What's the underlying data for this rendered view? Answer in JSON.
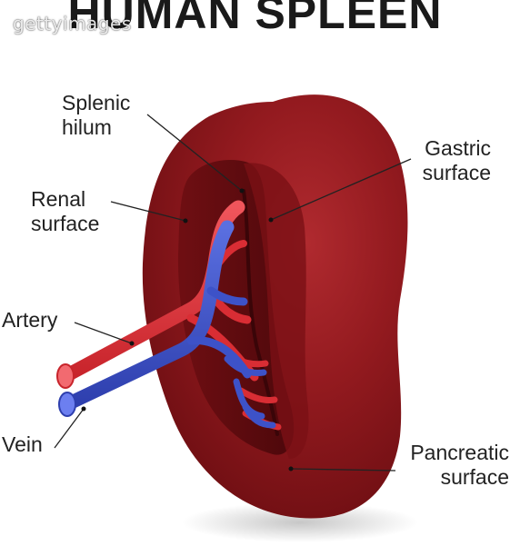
{
  "title": "HUMAN SPLEEN",
  "watermark": "gettyimages",
  "labels": {
    "splenic_hilum": [
      "Splenic",
      "hilum"
    ],
    "gastric_surface": [
      "Gastric",
      "surface"
    ],
    "renal_surface": [
      "Renal",
      "surface"
    ],
    "artery": "Artery",
    "vein": "Vein",
    "pancreatic_surface": [
      "Pancreatic",
      "surface"
    ]
  },
  "colors": {
    "spleen": "#8e1419",
    "spleen_dark": "#5a0a0e",
    "artery": "#e0343b",
    "vein": "#3d52c8"
  }
}
